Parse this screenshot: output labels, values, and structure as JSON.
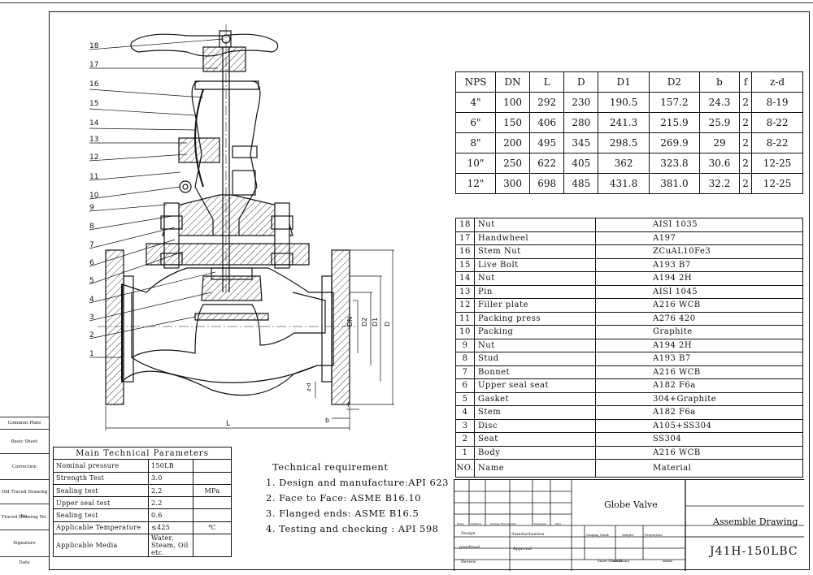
{
  "dimension_table": {
    "headers": [
      "NPS",
      "DN",
      "L",
      "D",
      "D1",
      "D2",
      "b",
      "f",
      "z-d"
    ],
    "rows": [
      [
        "4\"",
        "100",
        "292",
        "230",
        "190.5",
        "157.2",
        "24.3",
        "2",
        "8-19"
      ],
      [
        "6\"",
        "150",
        "406",
        "280",
        "241.3",
        "215.9",
        "25.9",
        "2",
        "8-22"
      ],
      [
        "8\"",
        "200",
        "495",
        "345",
        "298.5",
        "269.9",
        "29",
        "2",
        "8-22"
      ],
      [
        "10\"",
        "250",
        "622",
        "405",
        "362",
        "323.8",
        "30.6",
        "2",
        "12-25"
      ],
      [
        "12\"",
        "300",
        "698",
        "485",
        "431.8",
        "381.0",
        "32.2",
        "2",
        "12-25"
      ]
    ]
  },
  "bom": {
    "rows": [
      {
        "no": "18",
        "name": "Nut",
        "material": "AISI 1035"
      },
      {
        "no": "17",
        "name": "Handwheel",
        "material": "A197"
      },
      {
        "no": "16",
        "name": "Stem Nut",
        "material": "ZCuAL10Fe3"
      },
      {
        "no": "15",
        "name": "Live Bolt",
        "material": "A193 B7"
      },
      {
        "no": "14",
        "name": "Nut",
        "material": "A194 2H"
      },
      {
        "no": "13",
        "name": "Pin",
        "material": "AISI 1045"
      },
      {
        "no": "12",
        "name": "Filler plate",
        "material": "A216 WCB"
      },
      {
        "no": "11",
        "name": "Packing press",
        "material": "A276 420"
      },
      {
        "no": "10",
        "name": "Packing",
        "material": "Graphite"
      },
      {
        "no": "9",
        "name": "Nut",
        "material": "A194 2H"
      },
      {
        "no": "8",
        "name": "Stud",
        "material": "A193 B7"
      },
      {
        "no": "7",
        "name": "Bonnet",
        "material": "A216 WCB"
      },
      {
        "no": "6",
        "name": "Upper seal seat",
        "material": "A182 F6a"
      },
      {
        "no": "5",
        "name": "Gasket",
        "material": "304+Graphite"
      },
      {
        "no": "4",
        "name": "Stem",
        "material": "A182 F6a"
      },
      {
        "no": "3",
        "name": "Disc",
        "material": "A105+SS304"
      },
      {
        "no": "2",
        "name": "Seat",
        "material": "SS304"
      },
      {
        "no": "1",
        "name": "Body",
        "material": "A216 WCB"
      }
    ],
    "header_no": "NO.",
    "header_name": "Name",
    "header_material": "Material"
  },
  "params": {
    "title": "Main Technical Parameters",
    "rows": [
      {
        "label": "Nominal pressure",
        "value": "150LB",
        "unit": ""
      },
      {
        "label": "Strength Test",
        "value": "3.0",
        "unit": ""
      },
      {
        "label": "Sealing test",
        "value": "2.2",
        "unit": "MPa"
      },
      {
        "label": "Upper seal test",
        "value": "2.2",
        "unit": ""
      },
      {
        "label": "Sealing test",
        "value": "0.6",
        "unit": ""
      },
      {
        "label": "Applicable Temperature",
        "value": "≤425",
        "unit": "℃"
      },
      {
        "label": "Applicable Media",
        "value": "Water, Steam, Oil etc.",
        "unit": ""
      }
    ]
  },
  "requirements": {
    "title": "Technical requirement",
    "items": [
      "1. Design and manufacture:API 623",
      "2. Face to Face: ASME B16.10",
      "3. Flanged ends: ASME B16.5",
      "4. Testing and checking : API 598"
    ]
  },
  "title_block": {
    "product": "Globe Valve",
    "drawing_type": "Assemble Drawing",
    "drawing_no": "J41H-150LBC",
    "design": "Design",
    "proofread": "proofread",
    "review": "Review",
    "standardization": "Standardization",
    "approval": "Approval",
    "stage_mark": "Staging Mark",
    "weight": "Weight",
    "proportion": "Proportion",
    "sheets": "Share   Sheet   Zhang",
    "index": "Index",
    "partition": "Partition",
    "change_doc": "Change File Number",
    "signature": "Signature",
    "date": "Date"
  },
  "side_labels": [
    "Common Plate",
    "Basic Sheet",
    "Correction",
    "Old Traced Drawing No.",
    "Traced Drawing No.",
    "Signature",
    "Date"
  ],
  "callouts": [
    "18",
    "17",
    "16",
    "15",
    "14",
    "13",
    "12",
    "11",
    "10",
    "9",
    "8",
    "7",
    "6",
    "5",
    "4",
    "3",
    "2",
    "1"
  ],
  "dim_labels": {
    "DN": "DN",
    "D2": "D2",
    "D1": "D1",
    "D": "D",
    "L": "L",
    "b": "b",
    "f": "f",
    "zd": "z-d"
  }
}
